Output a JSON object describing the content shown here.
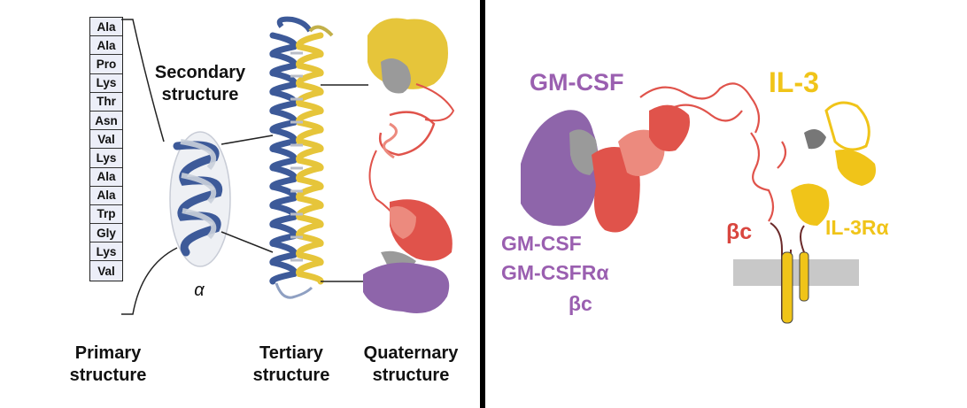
{
  "left": {
    "residues": [
      "Ala",
      "Ala",
      "Pro",
      "Lys",
      "Thr",
      "Asn",
      "Val",
      "Lys",
      "Ala",
      "Ala",
      "Trp",
      "Gly",
      "Lys",
      "Val"
    ],
    "secondary_label": "Secondary\nstructure",
    "alpha_label": "α",
    "primary_label": "Primary\nstructure",
    "tertiary_label": "Tertiary\nstructure",
    "quaternary_label": "Quaternary\nstructure"
  },
  "right": {
    "gmcsf_title": "GM-CSF",
    "il3_title": "IL-3",
    "complex_labels": [
      "GM-CSF",
      "GM-CSFRα",
      "βc"
    ],
    "bc_label": "βc",
    "il3ra_label": "IL-3Rα"
  },
  "colors": {
    "helix_blue": "#3d5a99",
    "helix_yellow": "#e6c53a",
    "gm_purple": "#8e65aa",
    "bc_red": "#e0534b",
    "bc_salmon": "#ec8a7e",
    "il3_yellow": "#f0c419",
    "label_purple": "#9a5fb0",
    "label_red": "#d9463f",
    "membrane": "#c8c8c8"
  }
}
